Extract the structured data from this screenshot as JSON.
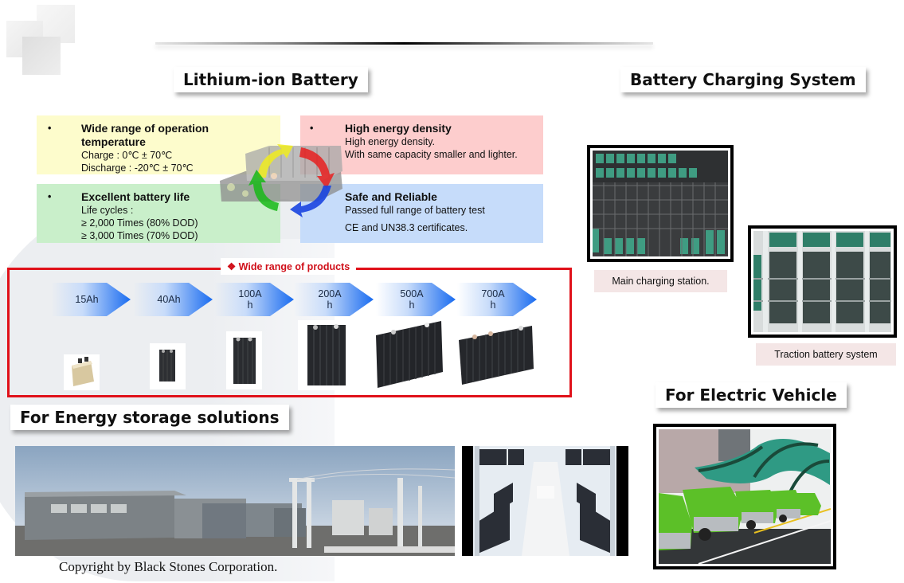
{
  "sections": {
    "lithium": "Lithium-ion Battery",
    "charging": "Battery Charging System",
    "energy_storage": "For Energy storage solutions",
    "electric_vehicle": "For Electric Vehicle"
  },
  "features": [
    {
      "title": "Wide range of operation temperature",
      "lines": [
        "Charge : 0℃ ± 70℃",
        "Discharge : -20℃ ± 70℃"
      ],
      "color": "#fdfccc",
      "bullet": "•"
    },
    {
      "title": "Excellent battery life",
      "lines": [
        "Life cycles :",
        "≥ 2,000 Times (80% DOD)",
        "≥ 3,000 Times (70% DOD)"
      ],
      "color": "#c9efca",
      "bullet": "•"
    },
    {
      "title": "High energy density",
      "lines": [
        "High energy density.",
        "With same capacity smaller and lighter."
      ],
      "color": "#fdcdcd",
      "bullet": "•"
    },
    {
      "title": "Safe and Reliable",
      "lines": [
        "Passed full range of battery test",
        "CE and UN38.3 certificates."
      ],
      "color": "#c6dcfa"
    }
  ],
  "products": {
    "label": "❖ Wide range of products",
    "frame_color": "#e0111a",
    "items": [
      {
        "capacity_line1": "15Ah",
        "capacity_line2": ""
      },
      {
        "capacity_line1": "40Ah",
        "capacity_line2": ""
      },
      {
        "capacity_line1": "100A",
        "capacity_line2": "h"
      },
      {
        "capacity_line1": "200A",
        "capacity_line2": "h"
      },
      {
        "capacity_line1": "500A",
        "capacity_line2": "h"
      },
      {
        "capacity_line1": "700A",
        "capacity_line2": "h"
      }
    ]
  },
  "captions": {
    "main_station": "Main charging station.",
    "traction": "Traction battery system"
  },
  "footer": {
    "copyright": "Copyright by Black Stones Corporation."
  }
}
